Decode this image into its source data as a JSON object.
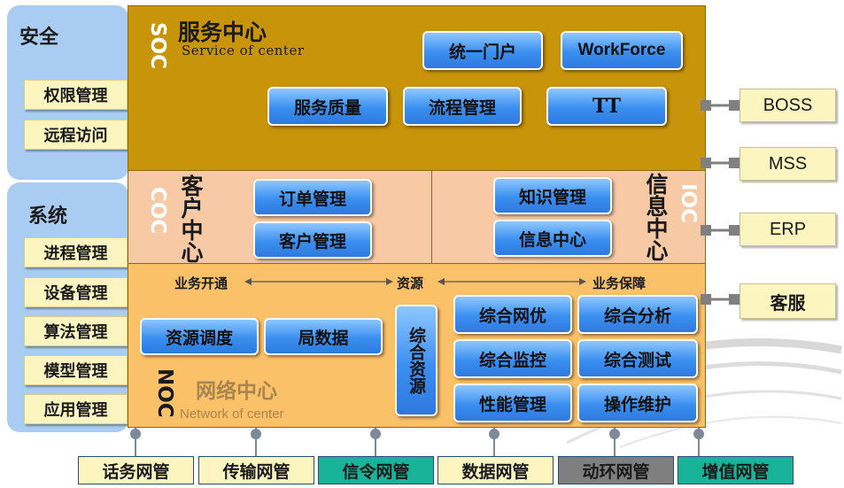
{
  "security": {
    "title": "安全",
    "items": [
      "权限管理",
      "远程访问"
    ]
  },
  "system": {
    "title": "系统",
    "items": [
      "进程管理",
      "设备管理",
      "算法管理",
      "模型管理",
      "应用管理"
    ]
  },
  "soc": {
    "code": "SOC",
    "title": "服务中心",
    "subtitle": "Service of center",
    "buttons": [
      "统一门户",
      "WorkForce",
      "服务质量",
      "流程管理",
      "TT"
    ]
  },
  "coc": {
    "code": "COC",
    "title": "客户中心",
    "buttons": [
      "订单管理",
      "客户管理"
    ]
  },
  "ioc": {
    "code": "IOC",
    "title": "信息中心",
    "buttons": [
      "知识管理",
      "信息中心"
    ]
  },
  "noc": {
    "code": "NOC",
    "title": "网络中心",
    "subtitle": "Network of center",
    "flow": [
      "业务开通",
      "资源",
      "业务保障"
    ],
    "buttons": [
      "资源调度",
      "局数据",
      "综合资源",
      "综合网优",
      "综合分析",
      "综合监控",
      "综合测试",
      "性能管理",
      "操作维护"
    ]
  },
  "external": [
    "BOSS",
    "MSS",
    "ERP",
    "客服"
  ],
  "network_mgmt": [
    {
      "label": "话务网管",
      "color": "#fdf5bf"
    },
    {
      "label": "传输网管",
      "color": "#fdf5bf"
    },
    {
      "label": "信令网管",
      "color": "#19b39a"
    },
    {
      "label": "数据网管",
      "color": "#fdf5bf"
    },
    {
      "label": "动环网管",
      "color": "#7f7f7f"
    },
    {
      "label": "增值网管",
      "color": "#19b39a"
    }
  ],
  "colors": {
    "soc": "#c8940a",
    "coc": "#f7c9a4",
    "noc": "#fbc168",
    "side": "#a9cdf2",
    "connector": "#808080"
  }
}
